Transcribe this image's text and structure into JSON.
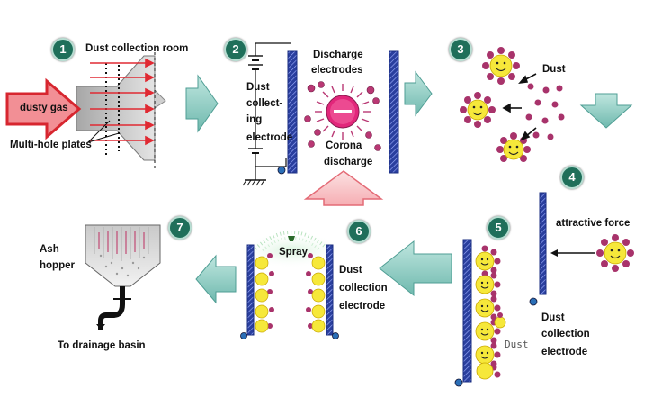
{
  "steps": [
    "1",
    "2",
    "3",
    "4",
    "5",
    "6",
    "7"
  ],
  "labels": {
    "dust_collection_room": "Dust collection room",
    "dusty_gas": "dusty gas",
    "multi_hole_plates": "Multi-hole plates",
    "discharge": "Discharge",
    "electrodes": "electrodes",
    "dust_collecting_electrode_lines": [
      "Dust",
      "collect-",
      "ing",
      "electrode"
    ],
    "corona": "Corona",
    "discharge2": "discharge",
    "dust_3": "Dust",
    "attractive_force": "attractive force",
    "dust_collection_electrode_4": [
      "Dust",
      "collection",
      "electrode"
    ],
    "dust_5": "Dust",
    "spray": "Spray",
    "dust_collection_electrode_6": [
      "Dust",
      "collection",
      "electrode"
    ],
    "ash_hopper": [
      "Ash",
      "hopper"
    ],
    "to_drainage_basin": "To drainage basin"
  },
  "colors": {
    "badge": "#1f6f5a",
    "electrode_blue": "#2a3f9e",
    "arrow_teal": "#8fcfc6",
    "red_arrow": "#e8424a",
    "pink_arrow": "#f6b5ba",
    "dust_yellow": "#f6e83a",
    "dust_ring": "#a8336b"
  }
}
